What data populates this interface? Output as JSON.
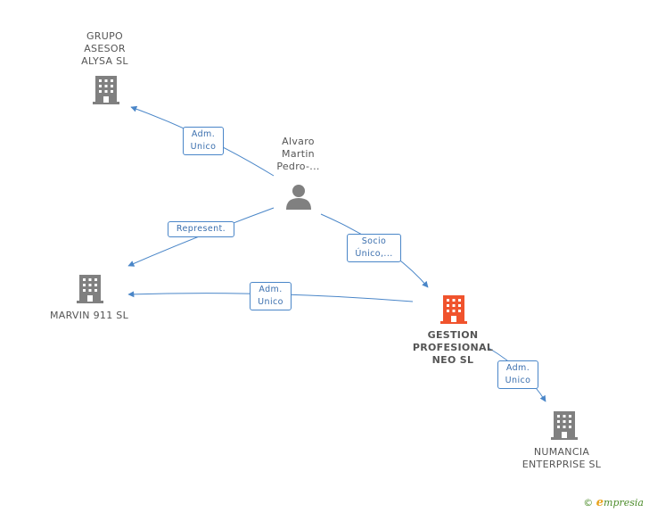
{
  "nodes": {
    "grupo_asesor": {
      "label": "GRUPO\nASESOR\nALYSA  SL",
      "icon": "building-icon",
      "color": "#808080"
    },
    "alvaro": {
      "label": "Alvaro\nMartin\nPedro-...",
      "icon": "person-icon",
      "color": "#808080"
    },
    "marvin": {
      "label": "MARVIN 911  SL",
      "icon": "building-icon",
      "color": "#808080"
    },
    "gestion": {
      "label": "GESTION\nPROFESIONAL\nNEO SL",
      "icon": "building-icon",
      "color": "#f0532d"
    },
    "numancia": {
      "label": "NUMANCIA\nENTERPRISE SL",
      "icon": "building-icon",
      "color": "#808080"
    }
  },
  "edges": {
    "alvaro_grupo": "Adm.\nUnico",
    "alvaro_marvin": "Represent.",
    "alvaro_gestion": "Socio\nÚnico,...",
    "gestion_marvin": "Adm.\nUnico",
    "gestion_numancia": "Adm.\nUnico"
  },
  "colors": {
    "edge": "#4a86c8"
  },
  "brand": {
    "copyright": "©",
    "name_initial": "e",
    "name_rest": "mpresia"
  }
}
